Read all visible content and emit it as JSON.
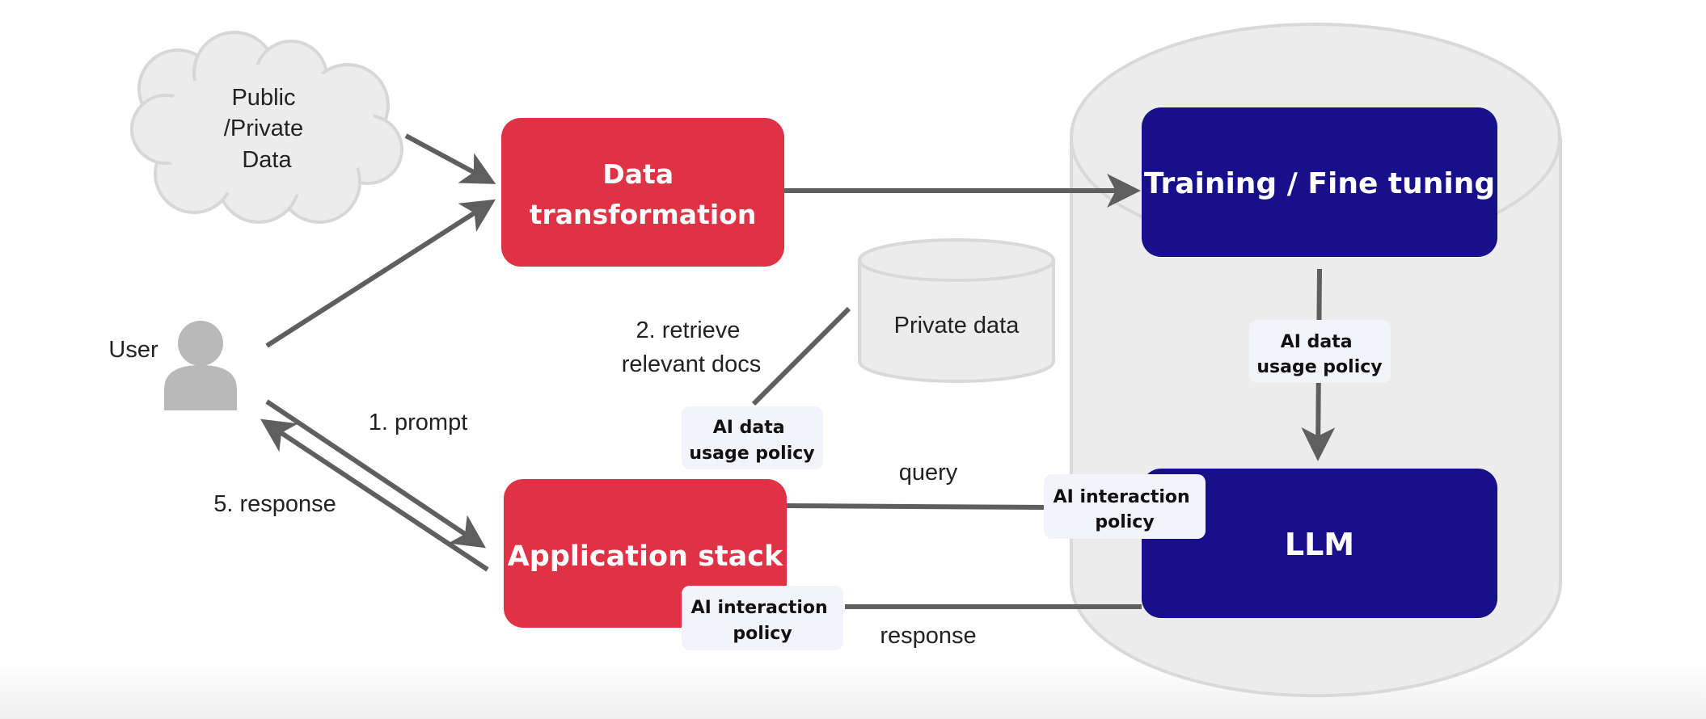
{
  "nodes": {
    "cloud_label": [
      "Public",
      "/Private",
      "Data"
    ],
    "data_transformation": [
      "Data",
      "transformation"
    ],
    "training": "Training / Fine tuning",
    "private_data": "Private data",
    "application_stack": "Application stack",
    "llm": "LLM",
    "user": "User"
  },
  "badges": {
    "usage_policy_training": [
      "AI data",
      "usage policy"
    ],
    "usage_policy_retrieve": [
      "AI data",
      "usage policy"
    ],
    "interaction_policy_query": [
      "AI interaction",
      "policy"
    ],
    "interaction_policy_response": [
      "AI interaction",
      "policy"
    ]
  },
  "edge_labels": {
    "retrieve": [
      "2. retrieve",
      "relevant docs"
    ],
    "prompt": "1. prompt",
    "response_user": "5. response",
    "query": "query",
    "response_llm": "response"
  },
  "colors": {
    "red_box": "#df3244",
    "navy_box": "#18108a",
    "grey_shape": "#ececec",
    "grey_outline": "#d9d9d9",
    "arrow": "#5f5f5f",
    "badge_bg": "#f3f4f9"
  }
}
